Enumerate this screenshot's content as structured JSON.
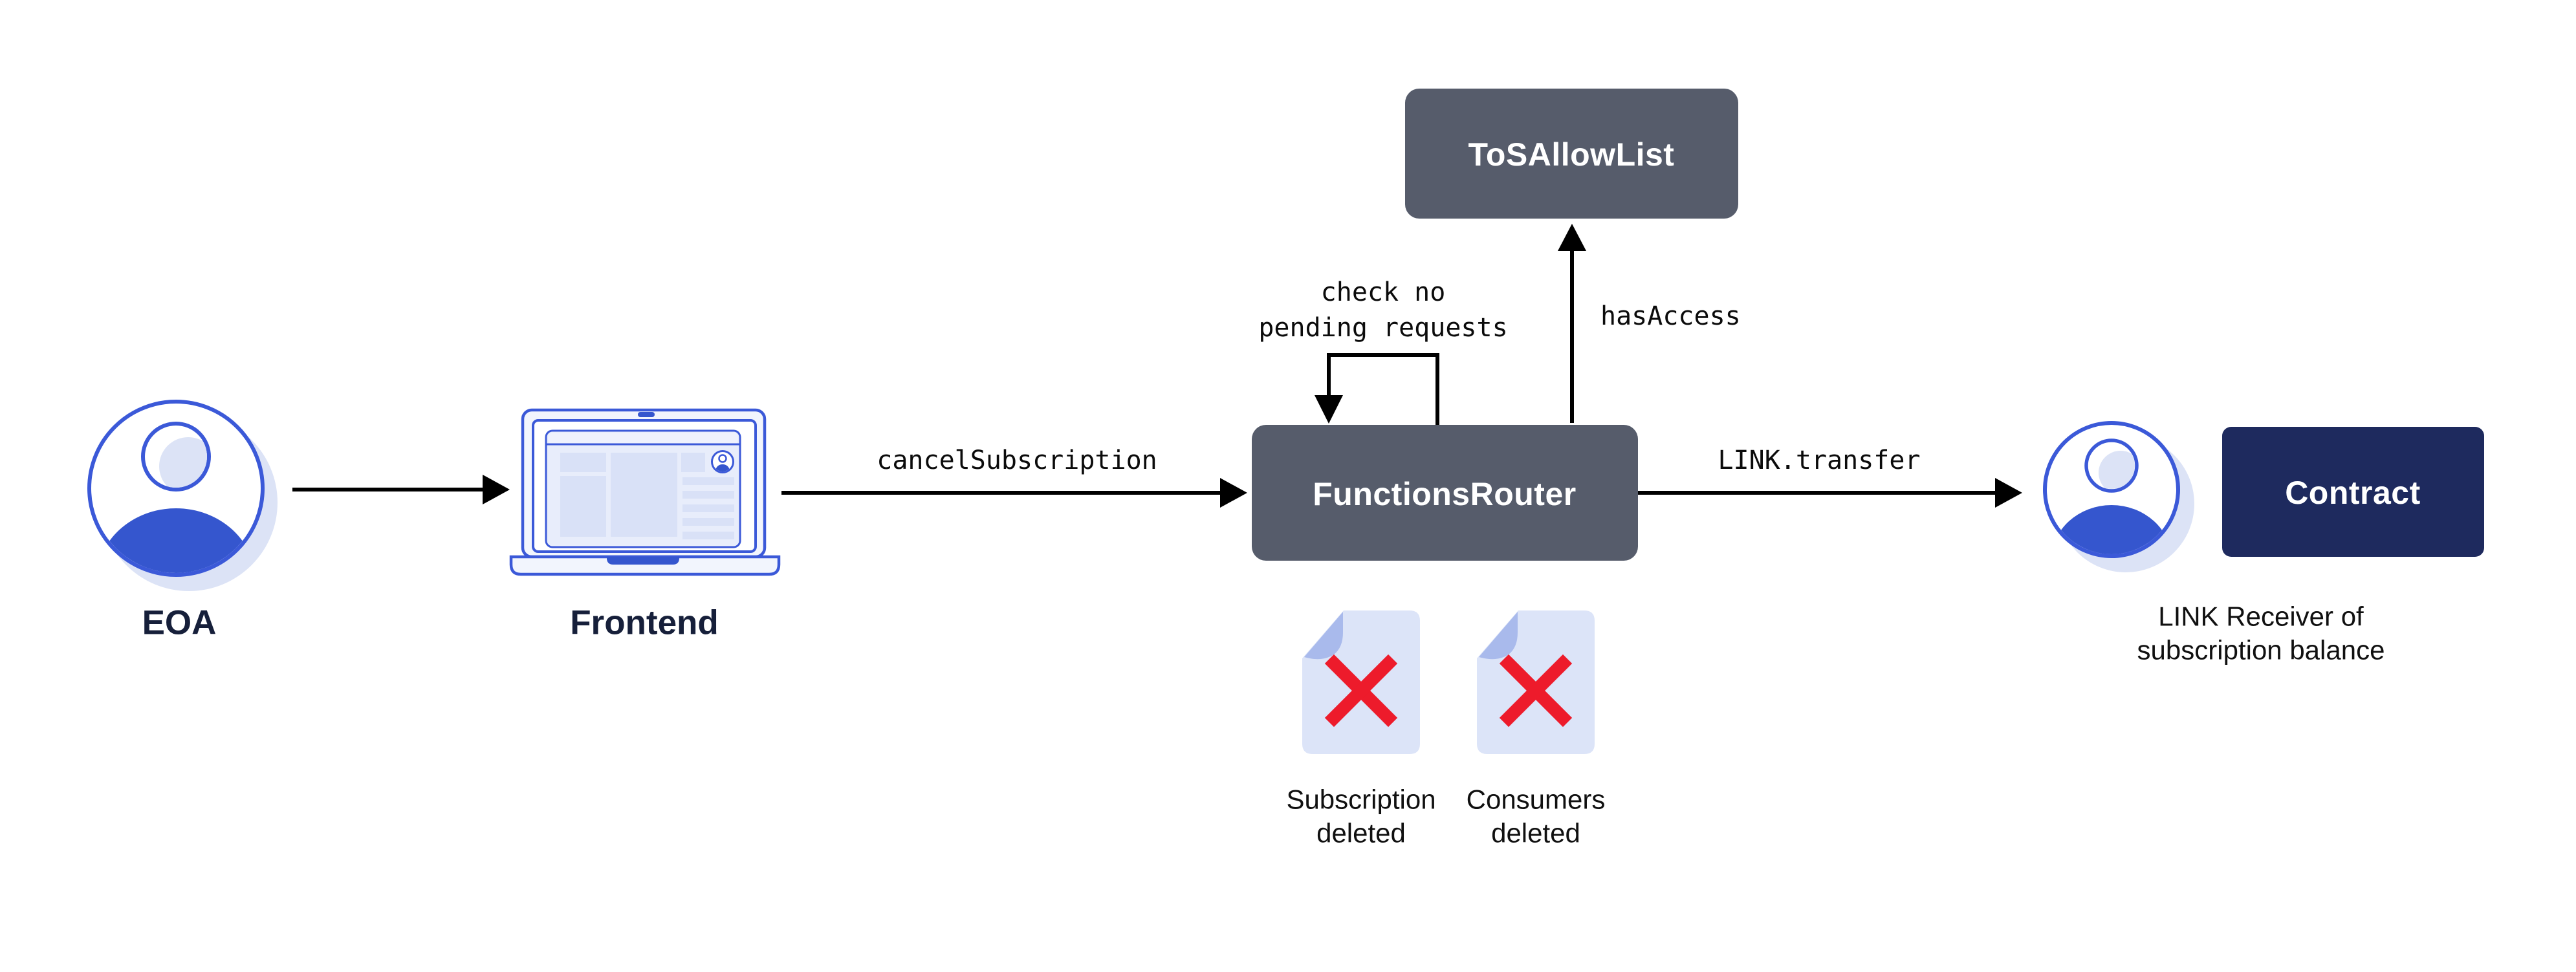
{
  "diagram": {
    "colors": {
      "blue": "#3B59D8",
      "blue-fill": "#3556CE",
      "shadow": "#DCE3F6",
      "slate": "#565C6B",
      "navy": "#1E2A5E",
      "red": "#ED1B2B",
      "ink": "#161F3A",
      "doc": "#DCE4F8",
      "fold": "#A9BAEC",
      "screen": "#F2F5FD",
      "app": "#E8EDFB",
      "app-header": "#EFF2FD",
      "block": "#D9E1F7"
    },
    "nodes": {
      "eoa": {
        "label": "EOA"
      },
      "frontend": {
        "label": "Frontend"
      },
      "functions_router": {
        "label": "FunctionsRouter"
      },
      "tos_allow_list": {
        "label": "ToSAllowList"
      },
      "contract": {
        "label": "Contract"
      },
      "link_receiver": {
        "line1": "LINK Receiver of",
        "line2": "subscription balance"
      },
      "subscription_doc": {
        "line1": "Subscription",
        "line2": "deleted"
      },
      "consumers_doc": {
        "line1": "Consumers",
        "line2": "deleted"
      }
    },
    "edges": {
      "cancel_subscription": {
        "label": "cancelSubscription"
      },
      "check_pending": {
        "line1": "check no",
        "line2": "pending requests"
      },
      "has_access": {
        "label": "hasAccess"
      },
      "link_transfer": {
        "label": "LINK.transfer"
      }
    }
  }
}
